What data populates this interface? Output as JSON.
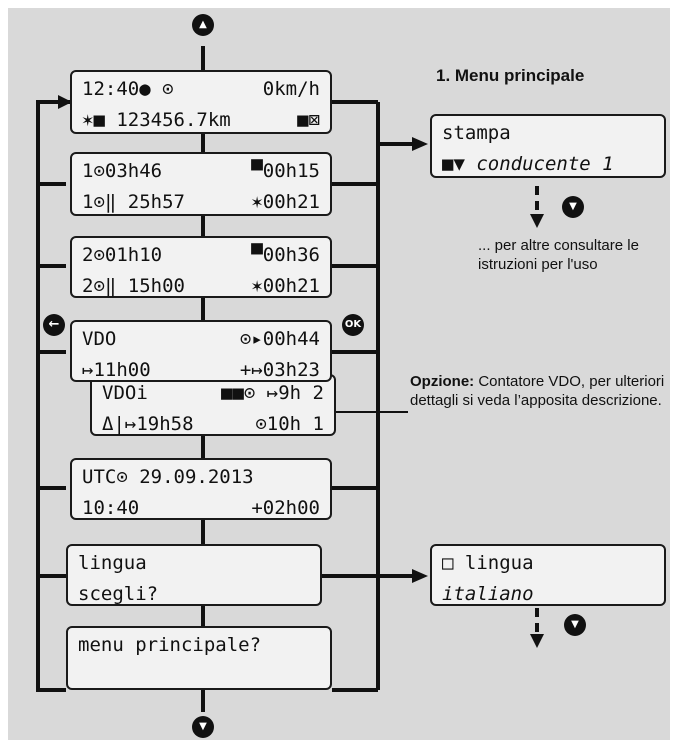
{
  "title": "1. Menu principale",
  "screens": {
    "standard": {
      "r1_left": "12:40● ⊙",
      "r1_right": "0km/h",
      "r2_left": "✶■ 123456.7km",
      "r2_right": "■⊠"
    },
    "driver1": {
      "r1_left": "1⊙03h46",
      "r1_right": "▀00h15",
      "r2_left": "1⊙‖ 25h57",
      "r2_right": "✶00h21"
    },
    "driver2": {
      "r1_left": "2⊙01h10",
      "r1_right": "▀00h36",
      "r2_left": "2⊙‖ 15h00",
      "r2_right": "✶00h21"
    },
    "vdo": {
      "r1_left": "VDO",
      "r1_right": "⊙▸00h44",
      "r2_left": "↦11h00",
      "r2_right": "+↦03h23"
    },
    "vdoi": {
      "r1_left": "VDOi",
      "r1_right": "■■⊙ ↦9h 2",
      "r2_left": "Δ|↦19h58",
      "r2_right": "⊙10h 1"
    },
    "utc": {
      "r1_left": "UTC⊙ 29.09.2013",
      "r1_right": "",
      "r2_left": "10:40",
      "r2_right": "+02h00"
    },
    "language": {
      "r1_left": "lingua",
      "r1_right": "",
      "r2_left": "scegli?",
      "r2_right": ""
    },
    "main_menu": {
      "r1_left": "menu principale?",
      "r1_right": "",
      "r2_left": "",
      "r2_right": ""
    },
    "print": {
      "r1_left": "stampa",
      "r2_left": "■▼ conducente 1"
    },
    "lang_select": {
      "r1_left": "□ lingua",
      "r2_left": "italiano"
    }
  },
  "notes": {
    "print_more": "... per altre consultare le istruzioni per l'uso",
    "option_label": "Opzione:",
    "option_text": "Contatore VDO, per ulteriori dettagli si veda l’apposita descrizione."
  },
  "buttons": {
    "up": "▲",
    "down": "▼",
    "back": "←",
    "ok": "OK"
  },
  "colors": {
    "panel": "#d9d9d9",
    "lcd": "#f2f2f2",
    "line": "#111111"
  }
}
